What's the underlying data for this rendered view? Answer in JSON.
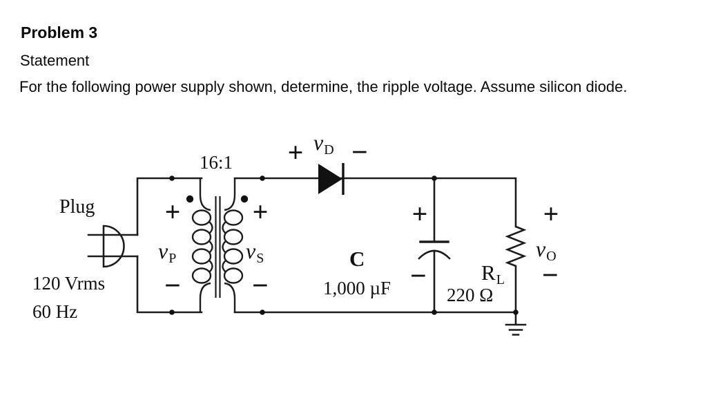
{
  "header": {
    "title": "Problem 3",
    "subtitle": "Statement",
    "body": "For the following power supply shown, determine, the ripple voltage. Assume silicon diode."
  },
  "circuit": {
    "plug": {
      "label": "Plug",
      "voltage": "120 Vrms",
      "frequency": "60 Hz"
    },
    "transformer": {
      "ratio": "16:1"
    },
    "primary": {
      "plus": "+",
      "symbol": "v",
      "subscript": "P",
      "minus": "−"
    },
    "secondary": {
      "plus": "+",
      "symbol": "v",
      "subscript": "S",
      "minus": "−"
    },
    "diode": {
      "plus": "+",
      "symbol": "v",
      "subscript": "D",
      "minus": "−"
    },
    "capacitor": {
      "plus": "+",
      "name": "C",
      "value": "1,000 µF",
      "minus": "−"
    },
    "load": {
      "name": "R",
      "subscript": "L",
      "value": "220 Ω"
    },
    "output": {
      "plus": "+",
      "symbol": "v",
      "subscript": "O",
      "minus": "−"
    }
  },
  "colors": {
    "ink": "#111111",
    "paper": "#ffffff"
  }
}
